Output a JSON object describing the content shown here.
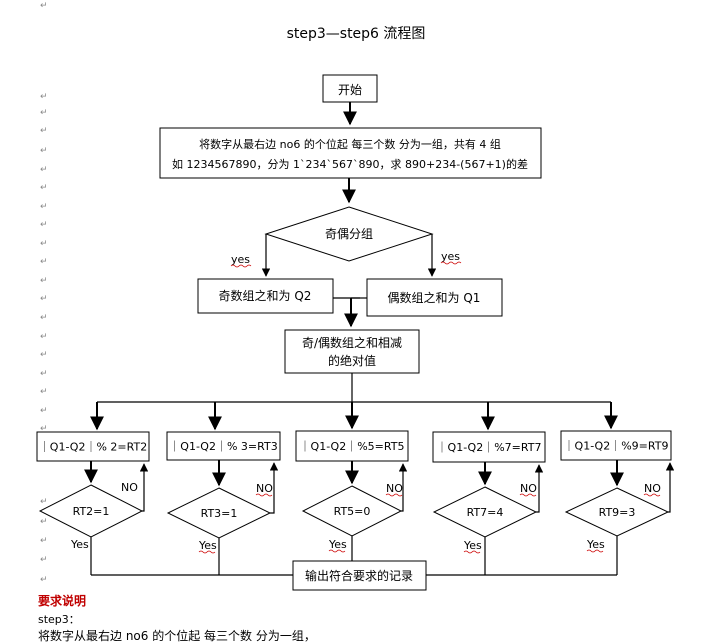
{
  "title": "step3—step6 流程图",
  "start": "开始",
  "step_box": {
    "line1": "将数字从最右边 no6 的个位起  每三个数  分为一组，共有 4 组",
    "line2": "如 1234567890，分为 1`234`567`890，求 890+234-(567+1)的差"
  },
  "decision": "奇偶分组",
  "yes_left": "yes",
  "yes_right": "yes",
  "odd_sum": "奇数组之和为 Q2",
  "even_sum": "偶数组之和为 Q1",
  "diff_box": {
    "line1": "奇/偶数组之和相减",
    "line2": "的绝对值"
  },
  "branches": [
    {
      "mod": "｜Q1-Q2｜% 2=RT2",
      "cond": "RT2=1",
      "no": "NO",
      "yes": "Yes"
    },
    {
      "mod": "｜Q1-Q2｜% 3=RT3",
      "cond": "RT3=1",
      "no": "NO",
      "yes": "Yes"
    },
    {
      "mod": "｜Q1-Q2｜%5=RT5",
      "cond": "RT5=0",
      "no": "NO",
      "yes": "Yes"
    },
    {
      "mod": "｜Q1-Q2｜%7=RT7",
      "cond": "RT7=4",
      "no": "NO",
      "yes": "Yes"
    },
    {
      "mod": "｜Q1-Q2｜%9=RT9",
      "cond": "RT9=3",
      "no": "NO",
      "yes": "Yes"
    }
  ],
  "output": "输出符合要求的记录",
  "requirements_heading": "要求说明",
  "step3_label": "step3：",
  "step3_text": "将数字从最右边 no6 的个位起  每三个数  分为一组，"
}
